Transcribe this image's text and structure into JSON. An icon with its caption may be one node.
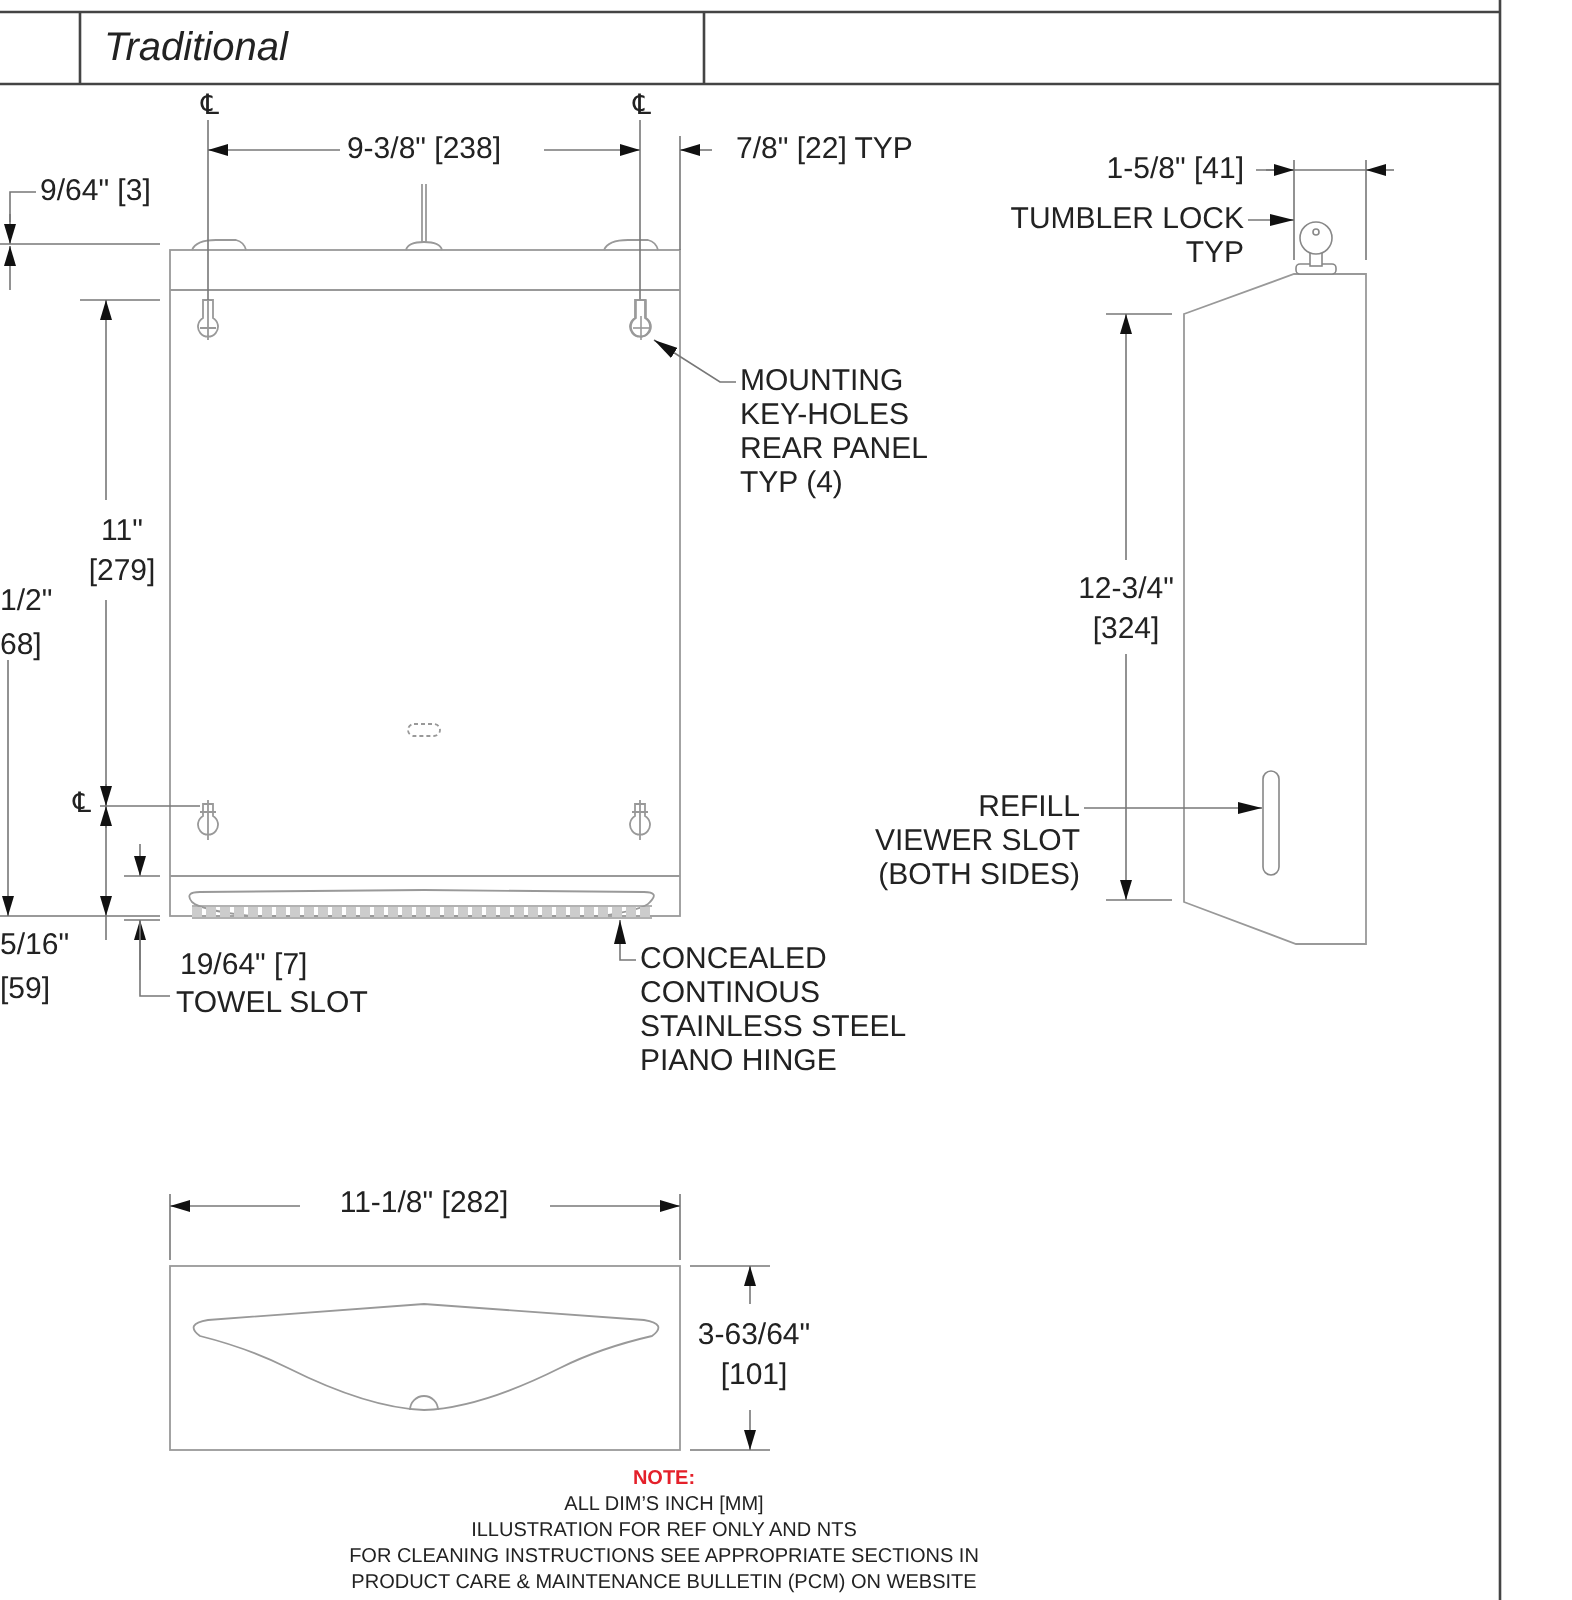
{
  "diagram": {
    "nodes": [
      {
        "text": [
          "MOUNTING KEY-HOLES REAR PANEL TYP (4)"
        ]
      },
      {
        "text": [],
        "shape": "picture"
      },
      {
        "text": [
          "TUMBLER LOCK TYP"
        ]
      },
      {
        "text": [],
        "shape": "picture"
      },
      {
        "text": [
          "REFILL VIEWER SLOT (BOTH SIDES)"
        ]
      },
      {
        "text": [],
        "shape": "box"
      },
      {
        "text": [
          "CONCEALED CONTINOUS STAINLESS STEEL PIANO HINGE"
        ]
      },
      {
        "text": [],
        "shape": "picture"
      }
    ],
    "edges": [
      {
        "from": 0,
        "to": 1,
        "arrow": "to"
      },
      {
        "from": 2,
        "to": 3,
        "arrow": "to"
      },
      {
        "from": 4,
        "to": 5,
        "arrow": "to"
      },
      {
        "from": 6,
        "to": 7,
        "arrow": "to"
      }
    ],
    "labels": [
      "Traditional",
      "℄",
      "9-3/8\" [238]",
      "℄",
      "7/8\" [22] TYP",
      "9/64\" [3]",
      "1-5/8\" [41]",
      "11\" [279]",
      "1/2\" 68]",
      "12-3/4\" [324]",
      "℄",
      "5/16\" [59]",
      "19/64\" [7]",
      "TOWEL SLOT",
      "11-1/8\" [282]",
      "3-63/64\" [101]",
      "NOTE:",
      "ALL DIM’S INCH [MM]",
      "ILLUSTRATION FOR REF ONLY AND NTS",
      "FOR CLEANING INSTRUCTIONS SEE APPROPRIATE SECTIONS IN",
      "PRODUCT CARE & MAINTENANCE BULLETIN (PCM) ON WEBSITE"
    ]
  }
}
